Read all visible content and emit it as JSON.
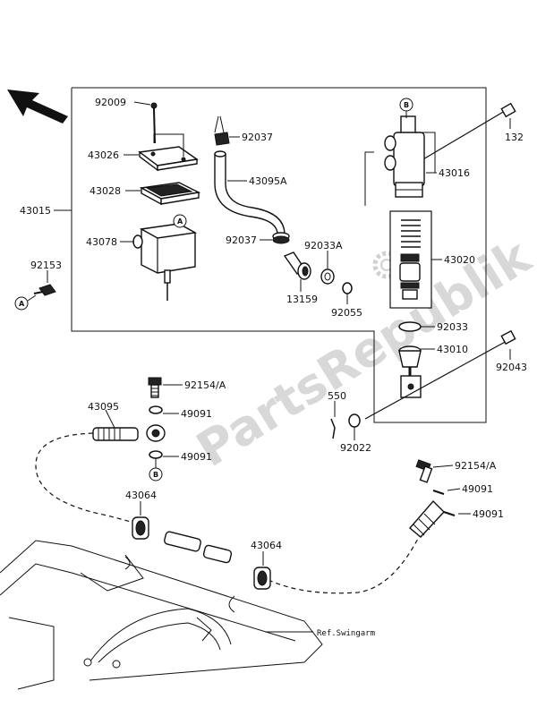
{
  "watermark": "PartsRepublik",
  "orientation_arrow": "front-arrow-icon",
  "callouts": [
    "A",
    "B"
  ],
  "labels": {
    "p92009": "92009",
    "p92037a": "92037",
    "p43026": "43026",
    "p43095a": "43095A",
    "p43028": "43028",
    "p43015": "43015",
    "p43078": "43078",
    "p92037b": "92037",
    "p92033a": "92033A",
    "p92153": "92153",
    "p13159": "13159",
    "p92055": "92055",
    "p132": "132",
    "p43016": "43016",
    "p43020": "43020",
    "p92033": "92033",
    "p43010": "43010",
    "p92043": "92043",
    "p92154a1": "92154/A",
    "p49091a": "49091",
    "p43095": "43095",
    "p49091b": "49091",
    "p550": "550",
    "p92022": "92022",
    "p92154a2": "92154/A",
    "p49091c": "49091",
    "p49091d": "49091",
    "p43064a": "43064",
    "p43064b": "43064",
    "ref_swingarm": "Ref.Swingarm"
  }
}
